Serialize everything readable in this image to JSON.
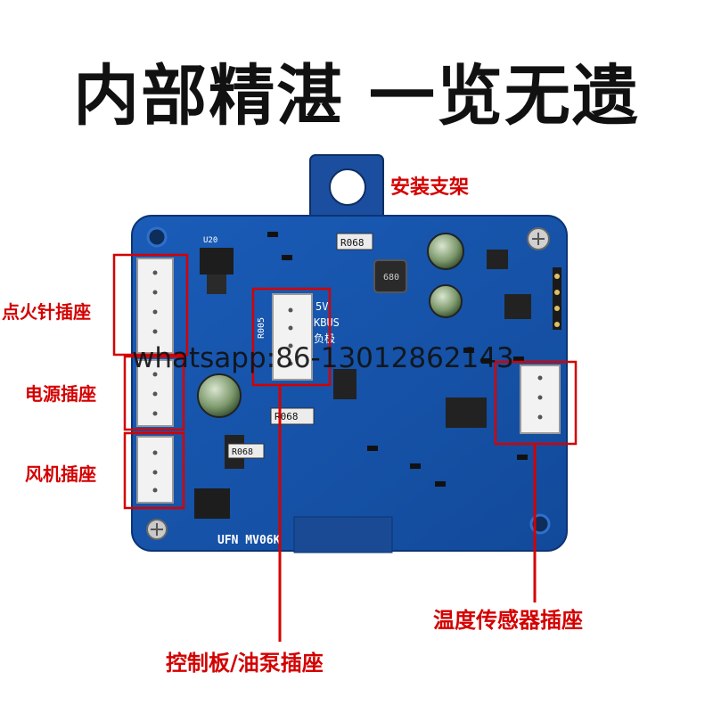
{
  "headline": "内部精湛  一览无遗",
  "callouts": {
    "bracket": "安装支架",
    "igniter": "点火针插座",
    "power": "电源插座",
    "fan": "风机插座",
    "temp_sensor": "温度传感器插座",
    "control_pump": "控制板/油泵插座"
  },
  "board_markings": {
    "r068_top": "R068",
    "r068_mid": "R068",
    "r068_low": "R068",
    "r005": "R005",
    "v5": "5V",
    "kbus": "KBUS",
    "load": "负极",
    "model": "UFN MV06K",
    "u20": "U20",
    "inductor": "680"
  },
  "watermark": "whatsapp:86-13012862143",
  "colors": {
    "board": "#1552a8",
    "callout": "#d40000",
    "connector": "#f2f2f2"
  }
}
